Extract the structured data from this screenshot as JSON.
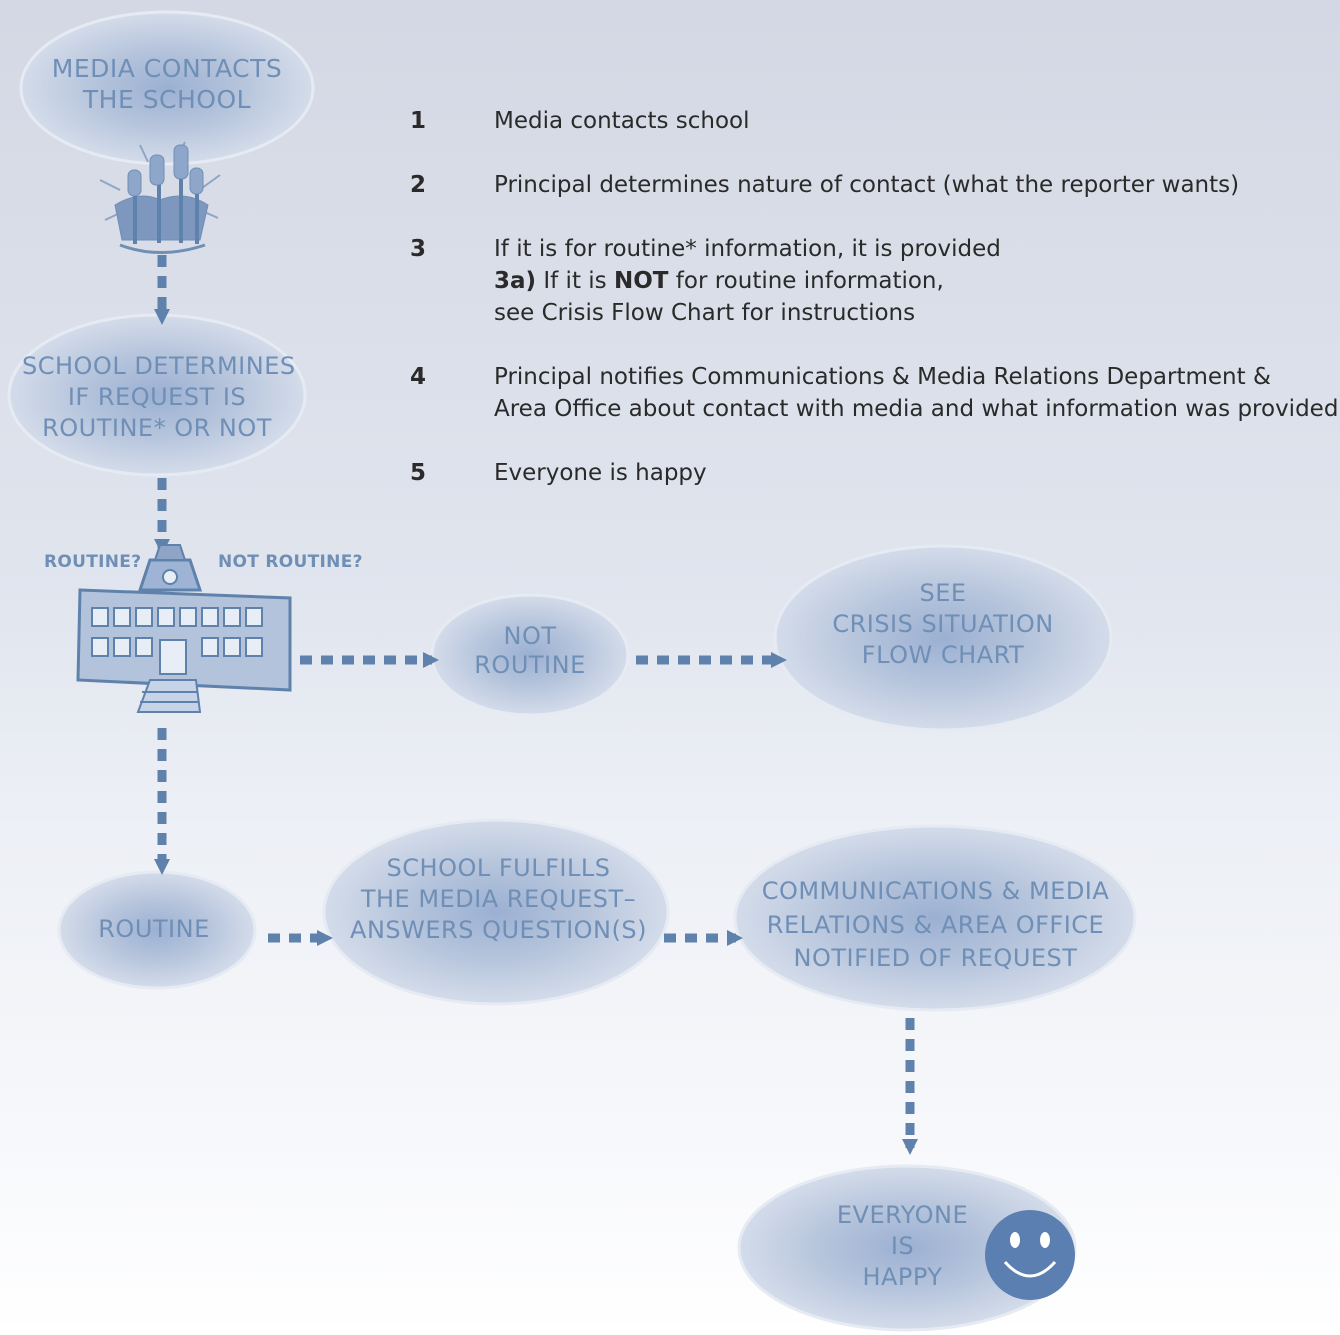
{
  "nodes": {
    "media_contacts": [
      "MEDIA CONTACTS",
      "THE SCHOOL"
    ],
    "school_determines": [
      "SCHOOL DETERMINES",
      "IF REQUEST IS",
      "ROUTINE* OR NOT"
    ],
    "not_routine": [
      "NOT",
      "ROUTINE"
    ],
    "see_crisis": [
      "SEE",
      "CRISIS SITUATION",
      "FLOW CHART"
    ],
    "routine": [
      "ROUTINE"
    ],
    "school_fulfills": [
      "SCHOOL FULFILLS",
      "THE MEDIA REQUEST–",
      "ANSWERS QUESTION(S)"
    ],
    "communications": [
      "COMMUNICATIONS & MEDIA",
      "RELATIONS & AREA OFFICE",
      "NOTIFIED OF REQUEST"
    ],
    "everyone_happy": [
      "EVERYONE",
      "IS",
      "HAPPY"
    ]
  },
  "branch_labels": {
    "routine": "ROUTINE?",
    "not_routine": "NOT ROUTINE?"
  },
  "steps": [
    {
      "num": "1",
      "lines": [
        "Media contacts school"
      ]
    },
    {
      "num": "2",
      "lines": [
        "Principal determines nature of contact (what the reporter wants)"
      ]
    },
    {
      "num": "3",
      "lines": [
        "If it is for routine* information, it is provided"
      ],
      "sub": {
        "prefix": "3a)",
        "before": "If it is",
        "emph": "NOT",
        "after": "for routine information,",
        "line2": "see Crisis Flow Chart for instructions"
      }
    },
    {
      "num": "4",
      "lines": [
        "Principal notifies Communications & Media Relations Department &",
        "Area Office about contact with media and what information was provided"
      ]
    },
    {
      "num": "5",
      "lines": [
        "Everyone is happy"
      ]
    }
  ],
  "icons": [
    "microphones-icon",
    "school-building-icon",
    "smiley-face-icon"
  ],
  "colors": {
    "ellipse": "#b6c4db",
    "ellipse_glow": "#8fa5c8",
    "text": "#6f8fb6",
    "arrow": "#5f82ad",
    "smiley": "#5b7fb0"
  }
}
